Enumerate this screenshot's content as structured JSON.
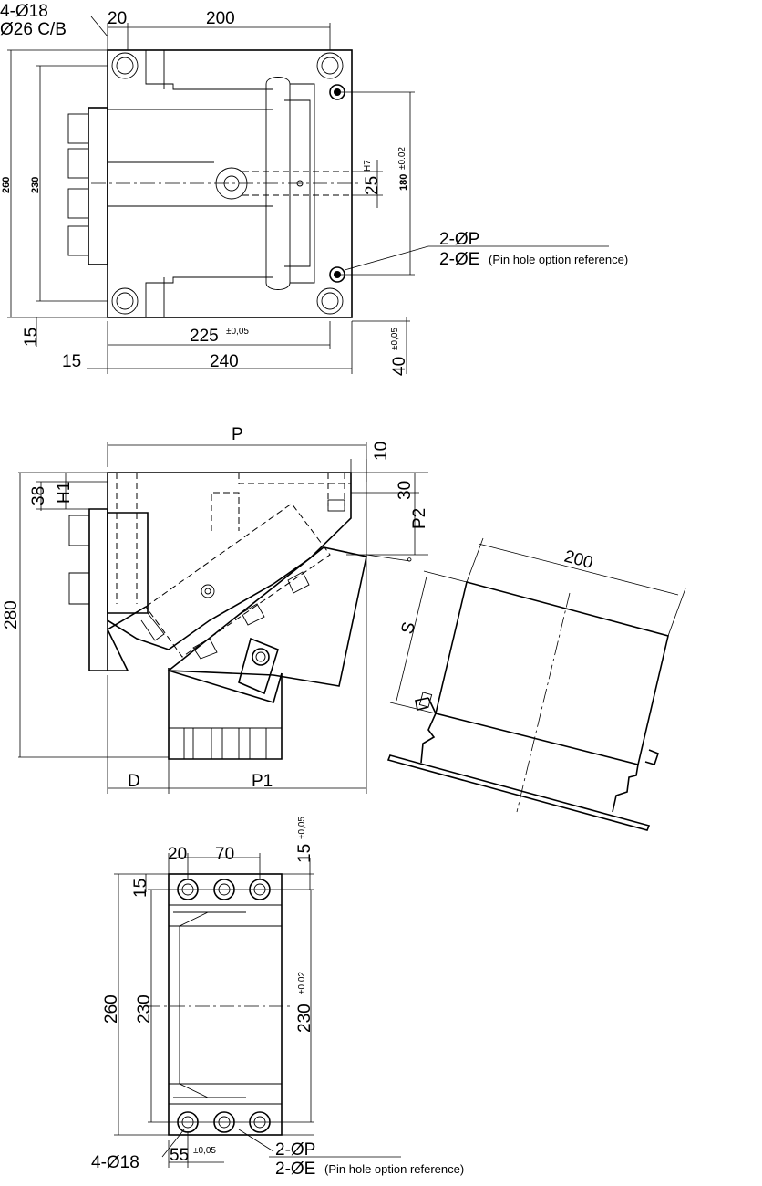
{
  "top_view": {
    "callout_holes": "4-Ø18",
    "callout_cb": "Ø26 C/B",
    "dim_20": "20",
    "dim_200": "200",
    "dim_260": "260",
    "dim_230": "230",
    "dim_bore": "25",
    "dim_bore_tol": "H7",
    "dim_180": "180",
    "dim_180_tol": "±0.02",
    "pin_p": "2-ØP",
    "pin_e": "2-ØE",
    "pin_note": "(Pin hole option reference)",
    "dim_15_v": "15",
    "dim_225": "225",
    "dim_225_tol": "±0,05",
    "dim_15_h": "15",
    "dim_240": "240",
    "dim_40": "40",
    "dim_40_tol": "±0,05"
  },
  "side_view": {
    "dim_P": "P",
    "dim_10": "10",
    "dim_38": "38",
    "dim_H1": "H1",
    "dim_30": "30",
    "dim_P2": "P2",
    "dim_angle": "°",
    "dim_280": "280",
    "dim_D": "D",
    "dim_P1": "P1"
  },
  "part_view": {
    "dim_200": "200",
    "dim_S": "S"
  },
  "bottom_view": {
    "dim_20": "20",
    "dim_70": "70",
    "dim_15_top": "15",
    "dim_15_top_tol": "±0,05",
    "dim_15_left": "15",
    "dim_260": "260",
    "dim_230": "230",
    "dim_230_right": "230",
    "dim_230_right_tol": "±0,02",
    "callout_holes": "4-Ø18",
    "dim_55": "55",
    "dim_55_tol": "±0,05",
    "pin_p": "2-ØP",
    "pin_e": "2-ØE",
    "pin_note": "(Pin hole option reference)"
  }
}
